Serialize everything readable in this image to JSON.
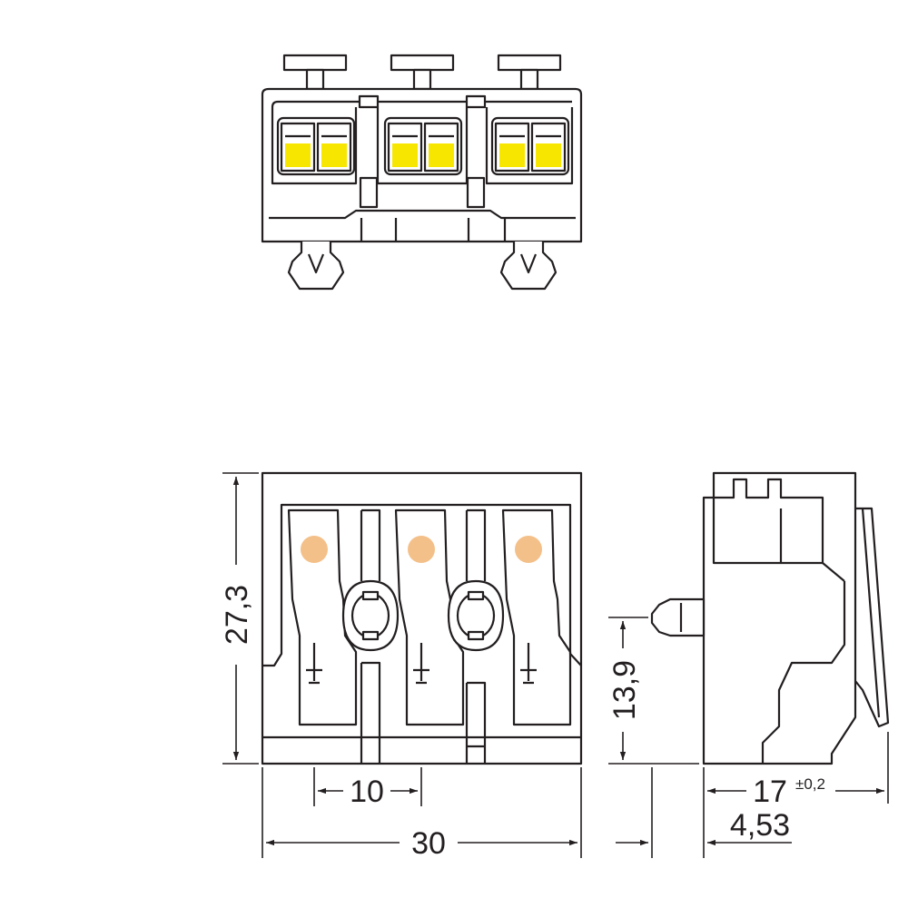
{
  "dimensions": {
    "height": "27,3",
    "pitch": "10",
    "width": "30",
    "pin_height": "13,9",
    "depth": "17",
    "depth_tolerance": "±0,2",
    "pin_offset": "4,53"
  },
  "colors": {
    "line": "#231f20",
    "push_button": "#f7e600",
    "led": "#f4c089"
  },
  "views": [
    "top-view",
    "front-view",
    "side-view"
  ]
}
